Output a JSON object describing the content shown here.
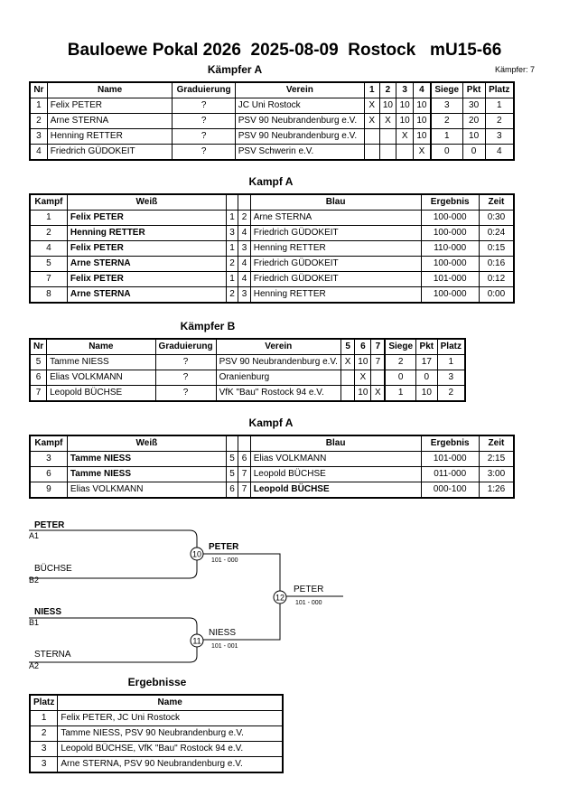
{
  "header": {
    "title": "Bauloewe Pokal 2026  2025-08-09  Rostock   mU15-66"
  },
  "pool_a": {
    "title": "Kämpfer A",
    "count": "Kämpfer: 7",
    "headers": [
      "Nr",
      "Name",
      "Graduierung",
      "Verein",
      "1",
      "2",
      "3",
      "4",
      "Siege",
      "Pkt",
      "Platz"
    ],
    "rows": [
      [
        "1",
        "Felix PETER",
        "?",
        "JC Uni Rostock",
        "X",
        "10",
        "10",
        "10",
        "3",
        "30",
        "1"
      ],
      [
        "2",
        "Arne STERNA",
        "?",
        "PSV 90 Neubrandenburg e.V.",
        "X",
        "X",
        "10",
        "10",
        "2",
        "20",
        "2"
      ],
      [
        "3",
        "Henning RETTER",
        "?",
        "PSV 90 Neubrandenburg e.V.",
        "",
        "",
        "X",
        "10",
        "1",
        "10",
        "3"
      ],
      [
        "4",
        "Friedrich GÜDOKEIT",
        "?",
        "PSV Schwerin e.V.",
        "",
        "",
        "",
        "X",
        "0",
        "0",
        "4"
      ]
    ]
  },
  "fights_a": {
    "title": "Kampf A",
    "headers": [
      "Kampf",
      "Weiß",
      "",
      "",
      "Blau",
      "Ergebnis",
      "Zeit"
    ],
    "rows": [
      [
        "1",
        "Felix PETER",
        "1",
        "2",
        "Arne STERNA",
        "100-000",
        "0:30"
      ],
      [
        "2",
        "Henning RETTER",
        "3",
        "4",
        "Friedrich GÜDOKEIT",
        "100-000",
        "0:24"
      ],
      [
        "4",
        "Felix PETER",
        "1",
        "3",
        "Henning RETTER",
        "110-000",
        "0:15"
      ],
      [
        "5",
        "Arne STERNA",
        "2",
        "4",
        "Friedrich GÜDOKEIT",
        "100-000",
        "0:16"
      ],
      [
        "7",
        "Felix PETER",
        "1",
        "4",
        "Friedrich GÜDOKEIT",
        "101-000",
        "0:12"
      ],
      [
        "8",
        "Arne STERNA",
        "2",
        "3",
        "Henning RETTER",
        "100-000",
        "0:00"
      ]
    ]
  },
  "pool_b": {
    "title": "Kämpfer B",
    "headers": [
      "Nr",
      "Name",
      "Graduierung",
      "Verein",
      "5",
      "6",
      "7",
      "Siege",
      "Pkt",
      "Platz"
    ],
    "rows": [
      [
        "5",
        "Tamme NIESS",
        "?",
        "PSV 90 Neubrandenburg e.V.",
        "X",
        "10",
        "7",
        "2",
        "17",
        "1"
      ],
      [
        "6",
        "Elias VOLKMANN",
        "?",
        "Oranienburg",
        "",
        "X",
        "",
        "0",
        "0",
        "3"
      ],
      [
        "7",
        "Leopold BÜCHSE",
        "?",
        "VfK \"Bau\" Rostock 94 e.V.",
        "",
        "10",
        "X",
        "1",
        "10",
        "2"
      ]
    ]
  },
  "fights_b": {
    "title": "Kampf A",
    "headers": [
      "Kampf",
      "Weiß",
      "",
      "",
      "Blau",
      "Ergebnis",
      "Zeit"
    ],
    "rows": [
      [
        "3",
        "Tamme NIESS",
        "5",
        "6",
        "Elias VOLKMANN",
        "101-000",
        "2:15"
      ],
      [
        "6",
        "Tamme NIESS",
        "5",
        "7",
        "Leopold BÜCHSE",
        "011-000",
        "3:00"
      ],
      [
        "9",
        "Elias VOLKMANN",
        "6",
        "7",
        "Leopold BÜCHSE",
        "000-100",
        "1:26"
      ]
    ]
  },
  "bracket": {
    "a1_name": "PETER",
    "a1_seed": "A1",
    "b2_name": "BÜCHSE",
    "b2_seed": "B2",
    "b1_name": "NIESS",
    "b1_seed": "B1",
    "a2_name": "STERNA",
    "a2_seed": "A2",
    "f10": "10",
    "f10_winner": "PETER",
    "f10_score": "101 - 000",
    "f11": "11",
    "f11_winner": "NIESS",
    "f11_score": "101 - 001",
    "f12": "12",
    "f12_winner": "PETER",
    "f12_score": "101 - 000"
  },
  "results": {
    "title": "Ergebnisse",
    "headers": [
      "Platz",
      "Name"
    ],
    "rows": [
      [
        "1",
        "Felix PETER, JC Uni Rostock"
      ],
      [
        "2",
        "Tamme NIESS, PSV 90 Neubrandenburg e.V."
      ],
      [
        "3",
        "Leopold BÜCHSE, VfK \"Bau\" Rostock 94 e.V."
      ],
      [
        "3",
        "Arne STERNA, PSV 90 Neubrandenburg e.V."
      ]
    ]
  }
}
